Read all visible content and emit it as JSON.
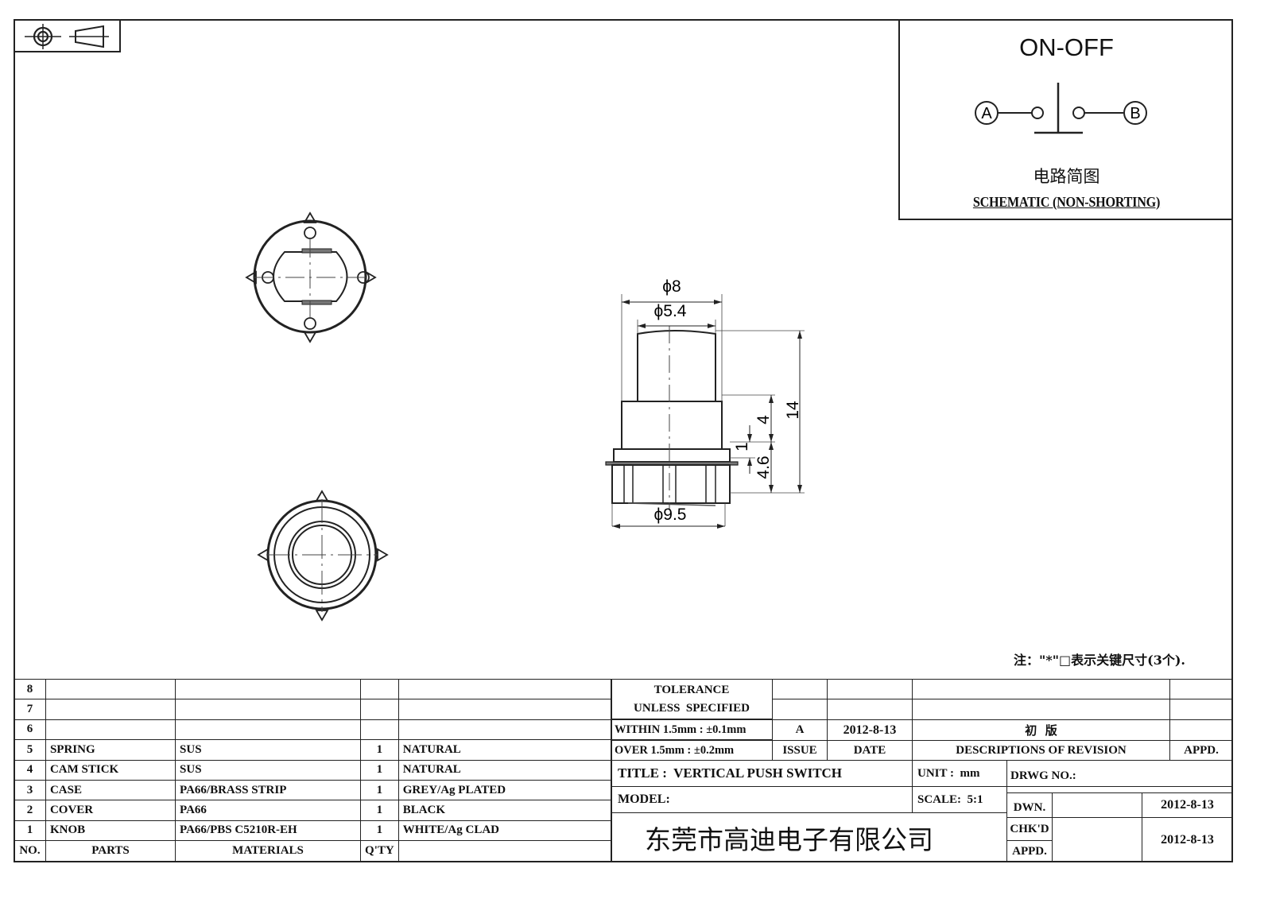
{
  "projection_symbol": {
    "name": "first-angle-projection-icon"
  },
  "schematic": {
    "title": "ON-OFF",
    "terminal_a": "A",
    "terminal_b": "B",
    "label_cn": "电路简图",
    "label_en": "SCHEMATIC (NON-SHORTING)"
  },
  "dimensions": {
    "top_outer_dia": "ϕ8",
    "top_inner_dia": "ϕ5.4",
    "base_dia": "ϕ9.5",
    "height_total": "14",
    "height_upper": "4",
    "flange": "1",
    "height_base": "4.6"
  },
  "note": "注：\"*\"□表示关键尺寸(3个).",
  "bom": {
    "headers": {
      "no": "NO.",
      "parts": "PARTS",
      "materials": "MATERIALS",
      "qty": "Q'TY",
      "finish": ""
    },
    "rows": [
      {
        "no": "8",
        "part": "",
        "material": "",
        "qty": "",
        "finish": ""
      },
      {
        "no": "7",
        "part": "",
        "material": "",
        "qty": "",
        "finish": ""
      },
      {
        "no": "6",
        "part": "",
        "material": "",
        "qty": "",
        "finish": ""
      },
      {
        "no": "5",
        "part": "SPRING",
        "material": "SUS",
        "qty": "1",
        "finish": "NATURAL"
      },
      {
        "no": "4",
        "part": "CAM STICK",
        "material": "SUS",
        "qty": "1",
        "finish": "NATURAL"
      },
      {
        "no": "3",
        "part": "CASE",
        "material": "PA66/BRASS STRIP",
        "qty": "1",
        "finish": "GREY/Ag PLATED"
      },
      {
        "no": "2",
        "part": "COVER",
        "material": "PA66",
        "qty": "1",
        "finish": "BLACK"
      },
      {
        "no": "1",
        "part": "KNOB",
        "material": "PA66/PBS C5210R-EH",
        "qty": "1",
        "finish": "WHITE/Ag CLAD"
      }
    ]
  },
  "title_block": {
    "tolerance_line1": "TOLERANCE",
    "tolerance_line2": "UNLESS  SPECIFIED",
    "tolerance_within": "WITHIN 1.5mm : ±0.1mm",
    "tolerance_over": "OVER 1.5mm : ±0.2mm",
    "revision": {
      "issue": "A",
      "date": "2012-8-13",
      "description": "初  版",
      "appd": ""
    },
    "rev_headers": {
      "issue": "ISSUE",
      "date": "DATE",
      "description": "DESCRIPTIONS OF REVISION",
      "appd": "APPD."
    },
    "title": "TITLE :  VERTICAL PUSH SWITCH",
    "unit": "UNIT :  mm",
    "drwg_no": "DRWG NO.:",
    "model": "MODEL:",
    "scale": "SCALE:  5:1",
    "company": "东莞市高迪电子有限公司",
    "dwn_label": "DWN.",
    "dwn_date": "2012-8-13",
    "chkd_label": "CHK'D",
    "chkd_date": "2012-8-13",
    "appd_label": "APPD."
  }
}
